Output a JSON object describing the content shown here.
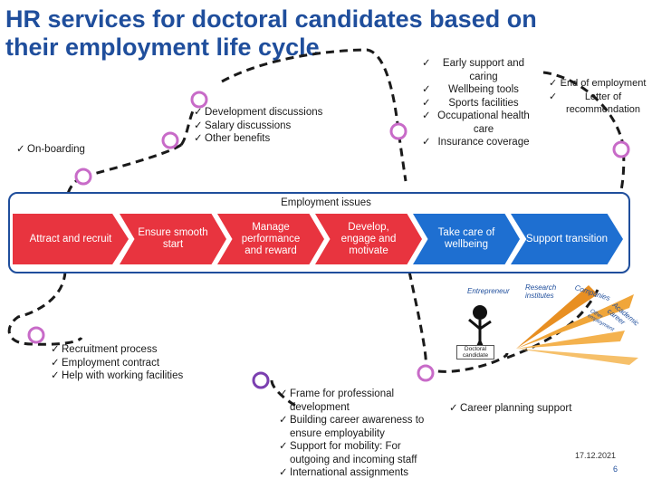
{
  "title": "HR services for doctoral candidates based on\ntheir employment life cycle",
  "band_title": "Employment issues",
  "stages": [
    {
      "label": "Attract and recruit",
      "color": "#e8343f"
    },
    {
      "label": "Ensure smooth start",
      "color": "#e8343f"
    },
    {
      "label": "Manage performance and reward",
      "color": "#e8343f"
    },
    {
      "label": "Develop, engage and motivate",
      "color": "#e8343f"
    },
    {
      "label": "Take care of wellbeing",
      "color": "#1e6fd1"
    },
    {
      "label": "Support transition",
      "color": "#1e6fd1"
    }
  ],
  "lists": {
    "onboarding": [
      "On-boarding"
    ],
    "discussions": [
      "Development discussions",
      "Salary discussions",
      "Other benefits"
    ],
    "wellbeing": [
      "Early support and caring",
      "Wellbeing tools",
      "Sports facilities",
      "Occupational health care",
      "Insurance coverage"
    ],
    "end": [
      "End of employment",
      "Letter of recommendation"
    ],
    "recruitment": [
      "Recruitment process",
      "Employment contract",
      "Help with working facilities"
    ],
    "development": [
      "Frame for professional development",
      "Building career awareness to ensure employability",
      "Support for mobility: For outgoing and incoming staff",
      "International assignments"
    ],
    "career": [
      "Career planning support"
    ]
  },
  "illustration": {
    "words": [
      "Entrepreneur",
      "Research institutes",
      "Companies",
      "Academic career",
      "Other employment"
    ],
    "caption": "Doctoral candidate"
  },
  "footer": {
    "date": "17.12.2021",
    "page": "6"
  },
  "colors": {
    "title": "#1f4e9c",
    "road": "#1a1a1a",
    "band": "#1f4e9c"
  },
  "milestones": [
    {
      "color": "#c86bc8"
    },
    {
      "color": "#c86bc8"
    },
    {
      "color": "#c86bc8"
    },
    {
      "color": "#c86bc8"
    },
    {
      "color": "#c86bc8"
    },
    {
      "color": "#c86bc8"
    },
    {
      "color": "#7b3fb0"
    },
    {
      "color": "#c86bc8"
    }
  ]
}
